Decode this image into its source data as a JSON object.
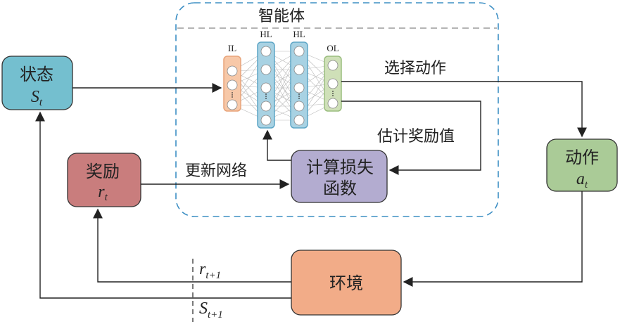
{
  "agent": {
    "title": "智能体"
  },
  "nodes": {
    "state": {
      "label": "状态",
      "symbol": "S",
      "sub": "t",
      "fill": "#74bfcf"
    },
    "reward": {
      "label": "奖励",
      "symbol": "r",
      "sub": "t",
      "fill": "#c97d7d"
    },
    "loss": {
      "line1": "计算损失",
      "line2": "函数",
      "fill": "#b3acd0"
    },
    "action": {
      "label": "动作",
      "symbol": "a",
      "sub": "t",
      "fill": "#aacb97"
    },
    "environment": {
      "label": "环境",
      "fill": "#f2ac88"
    }
  },
  "network": {
    "layers": [
      {
        "label": "IL",
        "fill": "#f7c8a8",
        "stroke": "#e8a47a"
      },
      {
        "label": "HL",
        "fill": "#a8d2e3",
        "stroke": "#5ea6c6"
      },
      {
        "label": "HL",
        "fill": "#a8d2e3",
        "stroke": "#5ea6c6"
      },
      {
        "label": "OL",
        "fill": "#cfe0b8",
        "stroke": "#9abd7e"
      }
    ]
  },
  "edges": {
    "select_action": "选择动作",
    "estimate_reward": "估计奖励值",
    "update_network": "更新网络"
  },
  "feedback": {
    "reward_next": {
      "symbol": "r",
      "sub": "t+1"
    },
    "state_next": {
      "symbol": "S",
      "sub": "t+1"
    }
  },
  "colors": {
    "agent_border": "#3d8fc4",
    "arrow": "#222222"
  }
}
